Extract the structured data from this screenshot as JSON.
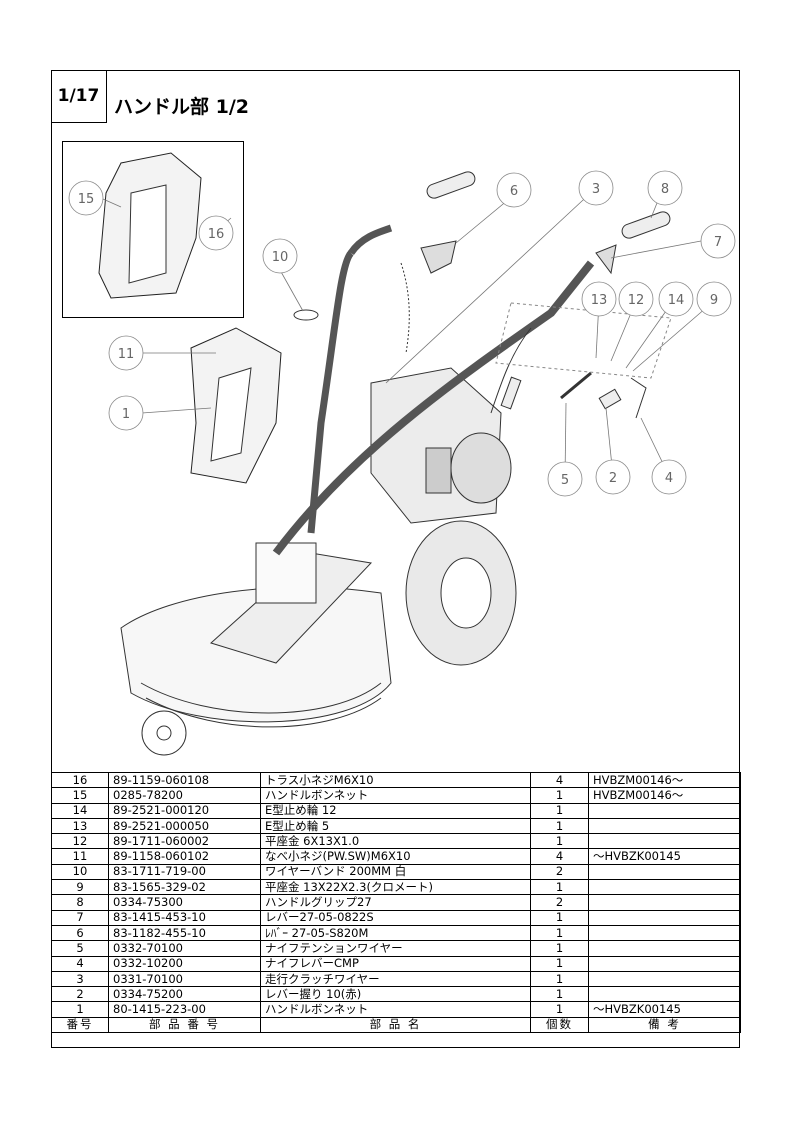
{
  "header": {
    "page_number": "1/17",
    "title": "ハンドル部  1/2"
  },
  "callouts": [
    "15",
    "16",
    "10",
    "11",
    "1",
    "6",
    "3",
    "8",
    "7",
    "13",
    "12",
    "14",
    "9",
    "5",
    "2",
    "4"
  ],
  "table": {
    "columns": [
      "番号",
      "部  品  番  号",
      "部    品    名",
      "個数",
      "備    考"
    ],
    "rows": [
      {
        "no": "16",
        "part": "89-1159-060108",
        "name": "トラス小ネジM6X10",
        "qty": "4",
        "note": "HVBZM00146～"
      },
      {
        "no": "15",
        "part": "0285-78200",
        "name": "ハンドルボンネット",
        "qty": "1",
        "note": "HVBZM00146～"
      },
      {
        "no": "14",
        "part": "89-2521-000120",
        "name": "E型止め輪  12",
        "qty": "1",
        "note": ""
      },
      {
        "no": "13",
        "part": "89-2521-000050",
        "name": "E型止め輪  5",
        "qty": "1",
        "note": ""
      },
      {
        "no": "12",
        "part": "89-1711-060002",
        "name": "平座金  6X13X1.0",
        "qty": "1",
        "note": ""
      },
      {
        "no": "11",
        "part": "89-1158-060102",
        "name": "なべ小ネジ(PW.SW)M6X10",
        "qty": "4",
        "note": "～HVBZK00145"
      },
      {
        "no": "10",
        "part": "83-1711-719-00",
        "name": "ワイヤーバンド 200MM 白",
        "qty": "2",
        "note": ""
      },
      {
        "no": "9",
        "part": "83-1565-329-02",
        "name": "平座金  13X22X2.3(クロメート)",
        "qty": "1",
        "note": ""
      },
      {
        "no": "8",
        "part": "0334-75300",
        "name": "ハンドルグリップ27",
        "qty": "2",
        "note": ""
      },
      {
        "no": "7",
        "part": "83-1415-453-10",
        "name": "レバー27-05-0822S",
        "qty": "1",
        "note": ""
      },
      {
        "no": "6",
        "part": "83-1182-455-10",
        "name": "ﾚﾊﾞｰ 27-05-S820M",
        "qty": "1",
        "note": ""
      },
      {
        "no": "5",
        "part": "0332-70100",
        "name": "ナイフテンションワイヤー",
        "qty": "1",
        "note": ""
      },
      {
        "no": "4",
        "part": "0332-10200",
        "name": "ナイフレバーCMP",
        "qty": "1",
        "note": ""
      },
      {
        "no": "3",
        "part": "0331-70100",
        "name": "走行クラッチワイヤー",
        "qty": "1",
        "note": ""
      },
      {
        "no": "2",
        "part": "0334-75200",
        "name": "レバー握り 10(赤)",
        "qty": "1",
        "note": ""
      },
      {
        "no": "1",
        "part": "80-1415-223-00",
        "name": "ハンドルボンネット",
        "qty": "1",
        "note": "～HVBZK00145"
      }
    ]
  }
}
